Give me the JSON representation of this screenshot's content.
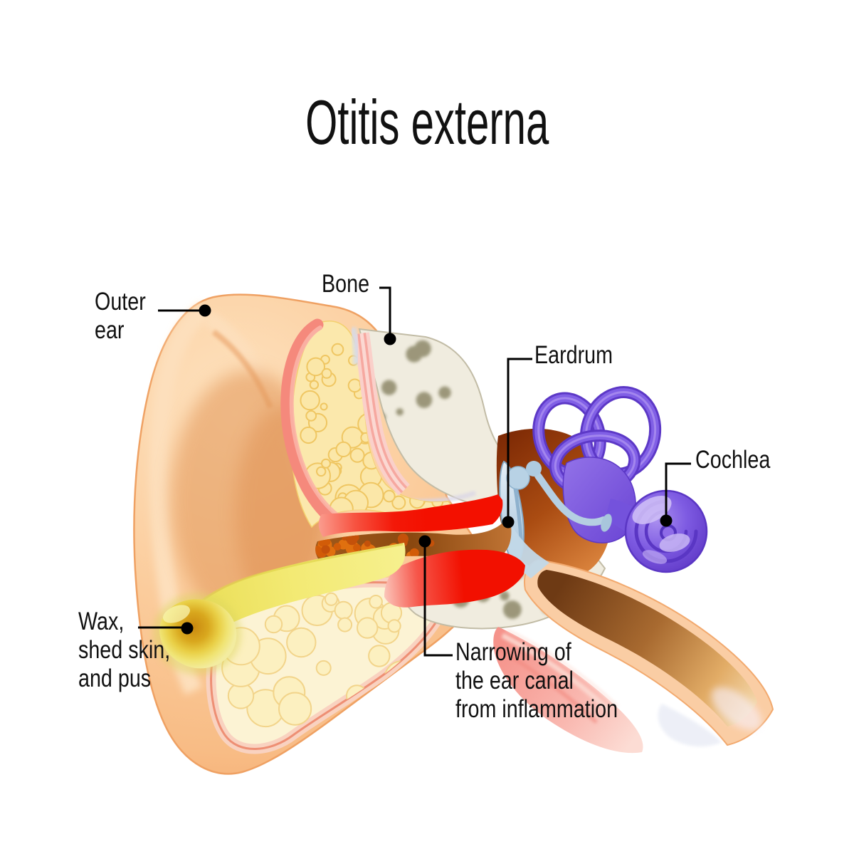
{
  "title": "Otitis externa",
  "labels": {
    "outer_ear": {
      "line1": "Outer",
      "line2": "ear"
    },
    "bone": {
      "text": "Bone"
    },
    "eardrum": {
      "text": "Eardrum"
    },
    "cochlea": {
      "text": "Cochlea"
    },
    "wax": {
      "line1": "Wax,",
      "line2": "shed skin,",
      "line3": "and pus"
    },
    "narrowing": {
      "line1": "Narrowing of",
      "line2": "the ear canal",
      "line3": "from inflammation"
    }
  },
  "palette": {
    "background": "#ffffff",
    "label_text": "#111111",
    "leader_line": "#000000",
    "skin_peach": "#fbcc9c",
    "cartilage_yellow": "#fbe8ac",
    "inflamed_red": "#f31000",
    "pus_orange": "#d96208",
    "wax_yellow": "#efe462",
    "bone_beige": "#f0ecdf",
    "bone_spot_olive": "#8d8869",
    "eardrum_blue": "#bcd4e6",
    "inner_ear_purple": "#7b57e1",
    "middle_ear_brown": "#9e4a12",
    "muscle_pink": "#f7a8a2"
  }
}
